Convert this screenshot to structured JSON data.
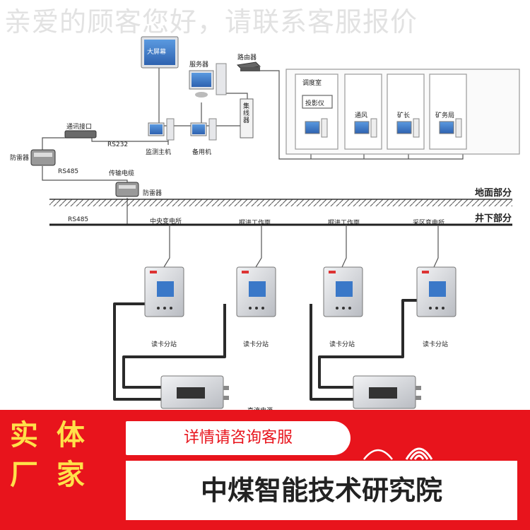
{
  "watermark_banner": "亲爱的顾客您好，请联系客服报价",
  "diagram": {
    "surface_zone": "地面部分",
    "underground_zone": "井下部分",
    "top_devices": {
      "big_screen": "大屏幕",
      "server": "服务器",
      "router": "路由器",
      "hub": "集线器",
      "comm_interface": "通讯接口",
      "rs232": "RS232",
      "monitor_host": "监测主机",
      "backup_host": "备用机",
      "lightning_arrester_left": "防雷器",
      "rs485_top": "RS485",
      "transmission_cable": "传输电缆",
      "lightning_arrester_mid": "防雷器"
    },
    "rooms": {
      "dispatch": "调度室",
      "projector": "投影仪",
      "ventilation": "通风",
      "mine_chief": "矿长",
      "mine_office": "矿务局"
    },
    "underground_locations": {
      "rs485_bottom": "RS485",
      "central_substation": "中央变电所",
      "excavation_face_1": "掘进工作面",
      "excavation_face_2": "掘进工作面",
      "mining_substation": "采区变电所"
    },
    "substation_label": "读卡分站",
    "dc_power_label": "直流电源"
  },
  "footer": {
    "badge_line1": "实 体",
    "badge_line2": "厂 家",
    "consult": "详情请咨询客服",
    "company": "中煤智能技术研究院"
  },
  "colors": {
    "footer_red": "#e8141c",
    "badge_yellow": "#ffe14a",
    "banner_gray": "#e2e2e2",
    "screen_blue": "#3a78c8"
  },
  "icons": [
    "monitor-icon",
    "tower-pc-icon",
    "router-icon",
    "arrester-icon",
    "card-substation-icon",
    "dc-power-box-icon",
    "wifi-signal-icon"
  ]
}
